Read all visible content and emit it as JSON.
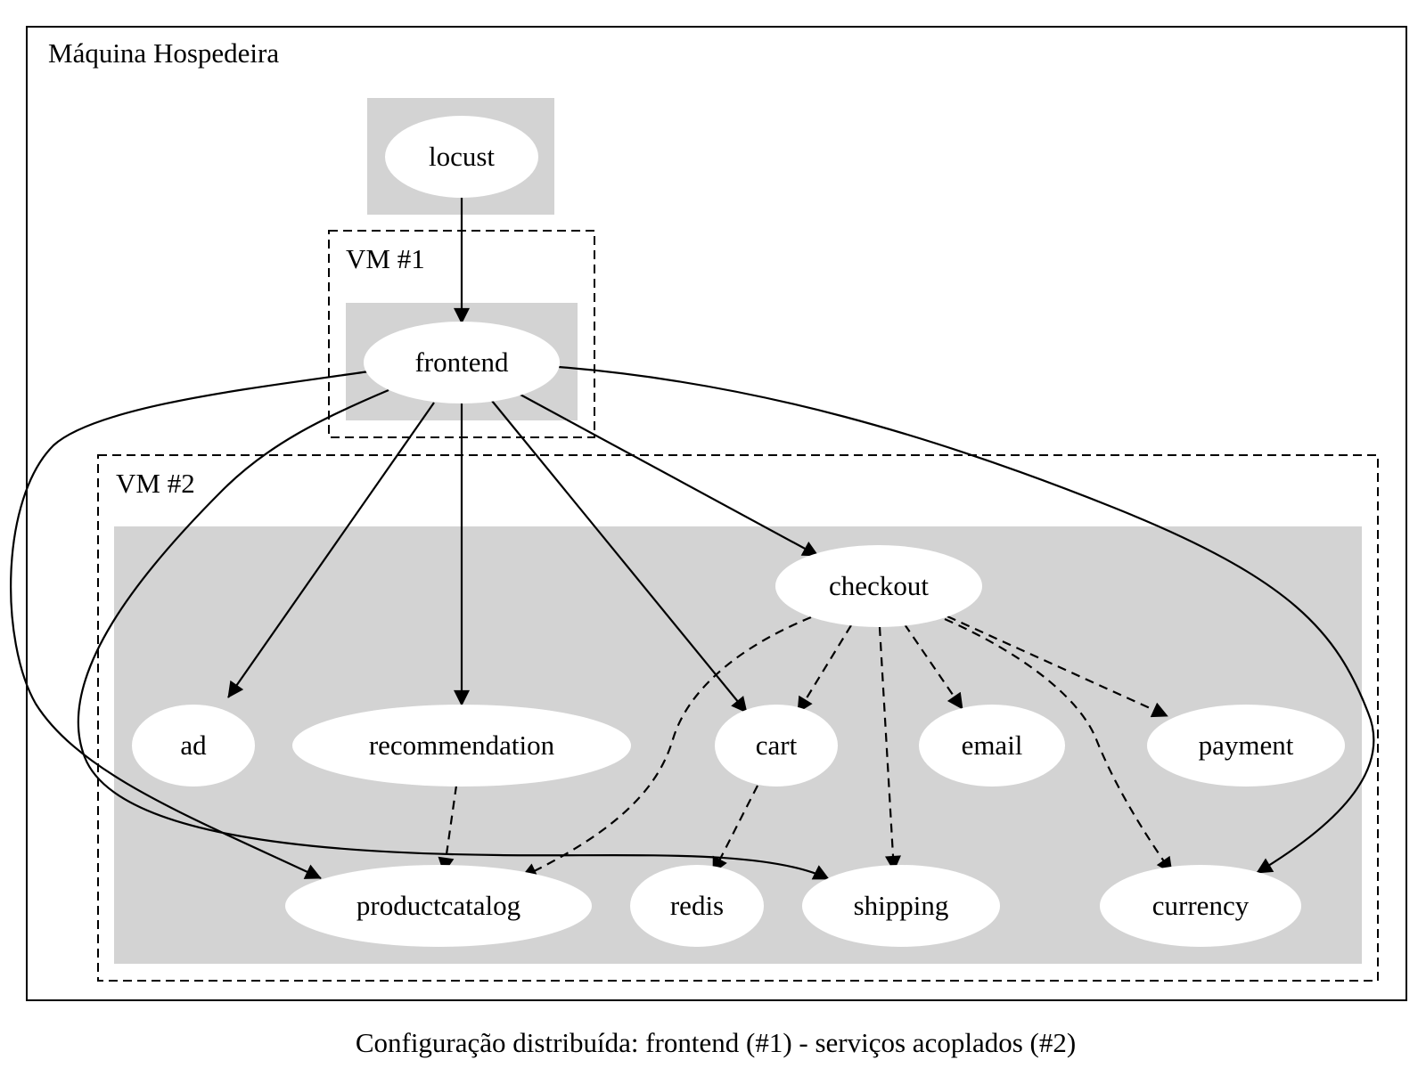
{
  "host_label": "Máquina Hospedeira",
  "vm1_label": "VM #1",
  "vm2_label": "VM #2",
  "caption": "Configuração distribuída: frontend (#1) - serviços acoplados (#2)",
  "nodes": {
    "locust": "locust",
    "frontend": "frontend",
    "checkout": "checkout",
    "ad": "ad",
    "recommendation": "recommendation",
    "cart": "cart",
    "email": "email",
    "payment": "payment",
    "productcatalog": "productcatalog",
    "redis": "redis",
    "shipping": "shipping",
    "currency": "currency"
  },
  "edges": [
    {
      "from": "locust",
      "to": "frontend",
      "style": "solid"
    },
    {
      "from": "frontend",
      "to": "ad",
      "style": "solid"
    },
    {
      "from": "frontend",
      "to": "recommendation",
      "style": "solid"
    },
    {
      "from": "frontend",
      "to": "cart",
      "style": "solid"
    },
    {
      "from": "frontend",
      "to": "checkout",
      "style": "solid"
    },
    {
      "from": "frontend",
      "to": "productcatalog",
      "style": "solid"
    },
    {
      "from": "frontend",
      "to": "shipping",
      "style": "solid"
    },
    {
      "from": "frontend",
      "to": "currency",
      "style": "solid"
    },
    {
      "from": "checkout",
      "to": "productcatalog",
      "style": "dashed"
    },
    {
      "from": "checkout",
      "to": "cart",
      "style": "dashed"
    },
    {
      "from": "checkout",
      "to": "shipping",
      "style": "dashed"
    },
    {
      "from": "checkout",
      "to": "email",
      "style": "dashed"
    },
    {
      "from": "checkout",
      "to": "payment",
      "style": "dashed"
    },
    {
      "from": "checkout",
      "to": "currency",
      "style": "dashed"
    },
    {
      "from": "recommendation",
      "to": "productcatalog",
      "style": "dashed"
    },
    {
      "from": "cart",
      "to": "redis",
      "style": "dashed"
    }
  ]
}
